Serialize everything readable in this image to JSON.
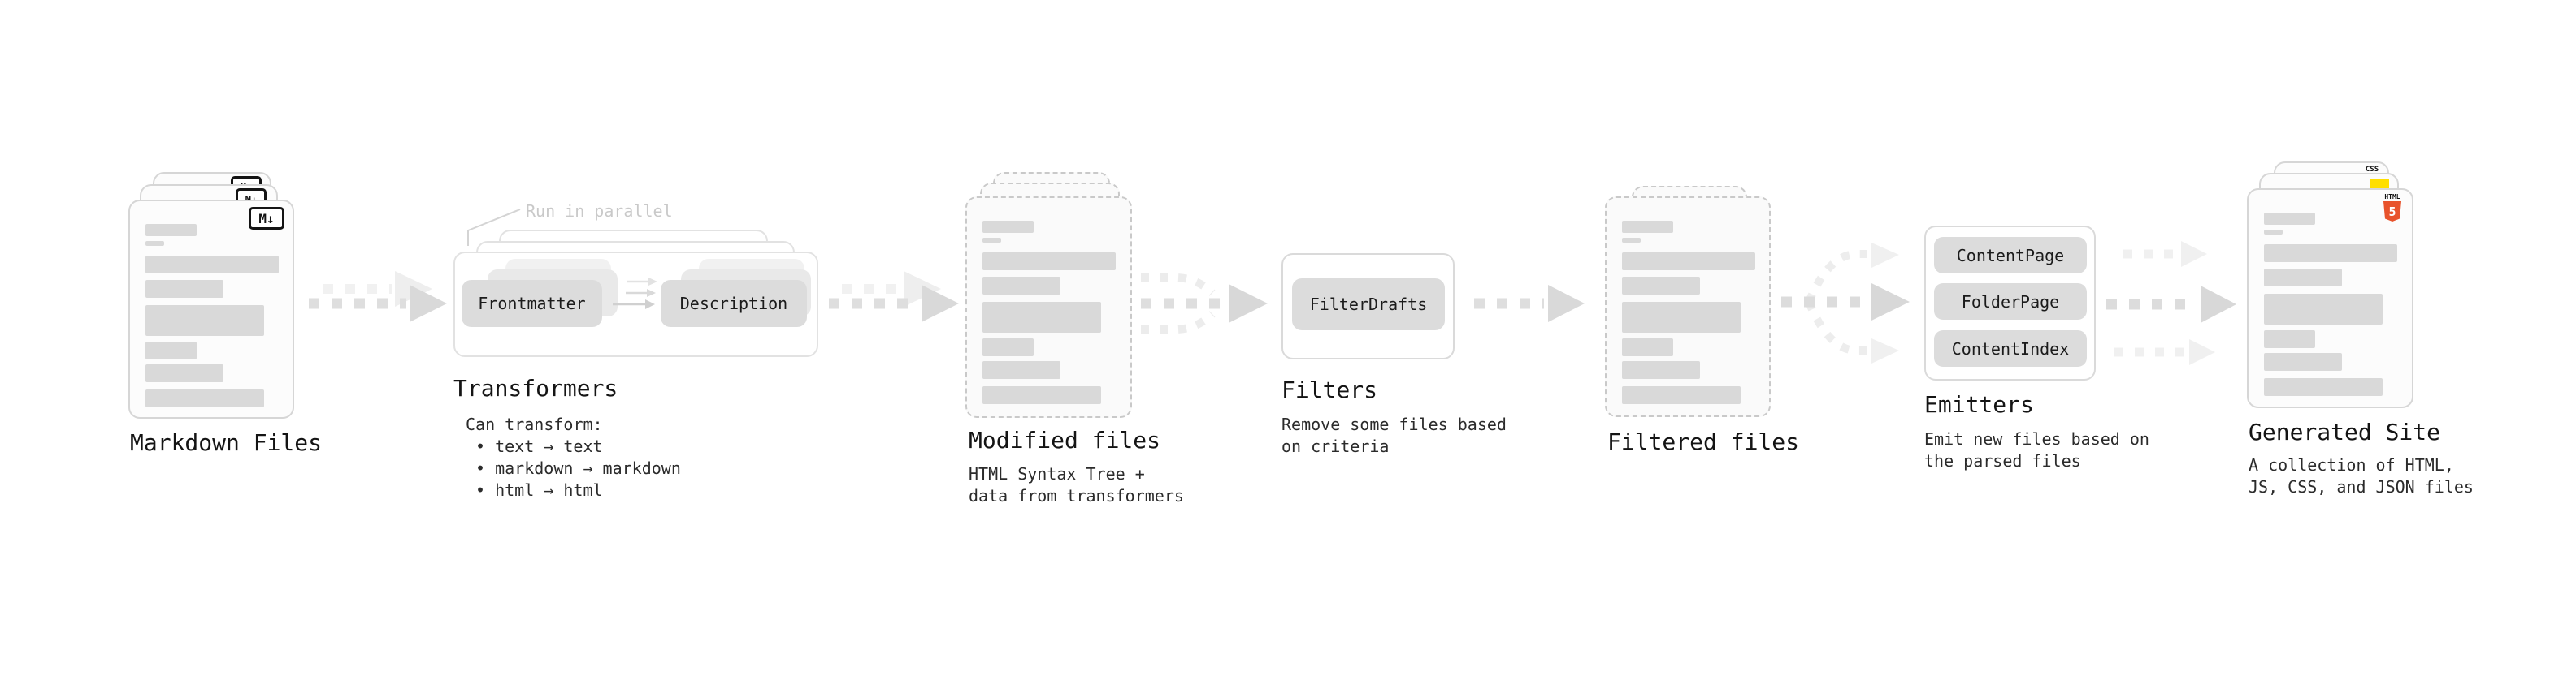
{
  "stages": {
    "markdown": {
      "title": "Markdown Files",
      "badge": "M↓"
    },
    "transformers": {
      "title": "Transformers",
      "annotation": "Run in parallel",
      "pill_left": "Frontmatter",
      "pill_right": "Description",
      "desc_heading": "Can transform:",
      "bullets": [
        "• text → text",
        "• markdown → markdown",
        "• html → html"
      ]
    },
    "modified": {
      "title": "Modified files",
      "desc_lines": [
        "HTML Syntax Tree +",
        "data from transformers"
      ]
    },
    "filters": {
      "title": "Filters",
      "pill": "FilterDrafts",
      "desc_lines": [
        "Remove some files based",
        "on criteria"
      ]
    },
    "filtered": {
      "title": "Filtered files"
    },
    "emitters": {
      "title": "Emitters",
      "pills": [
        "ContentPage",
        "FolderPage",
        "ContentIndex"
      ],
      "desc_lines": [
        "Emit new files based on",
        "the parsed files"
      ]
    },
    "generated": {
      "title": "Generated Site",
      "desc_lines": [
        "A collection of HTML,",
        "JS, CSS, and JSON files"
      ],
      "badge_css": "CSS",
      "badge_html_label": "HTML",
      "badge_html_number": "5"
    }
  },
  "colors": {
    "bar": "#d9d9d9",
    "arrow": "#dcdcdc",
    "arrow_light": "#f0f0f0",
    "accent_html5": "#e8532c",
    "accent_js": "#ffdf00",
    "accent_css": "#2563e8"
  }
}
